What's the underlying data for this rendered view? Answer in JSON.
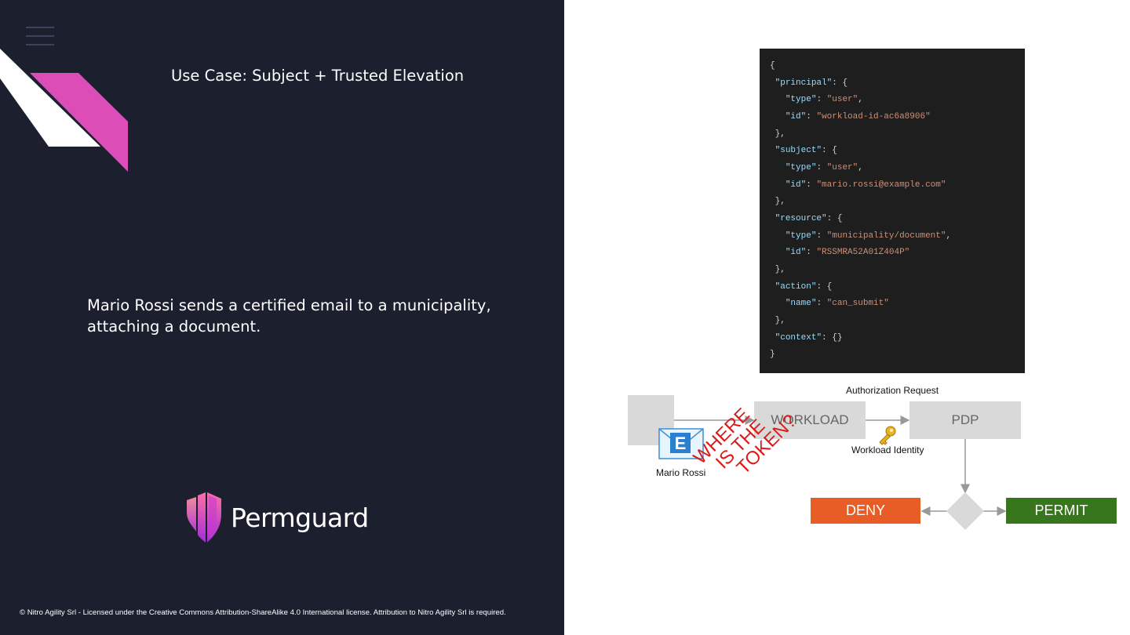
{
  "slide": {
    "title": "Use Case: Subject + Trusted Elevation",
    "description": "Mario Rossi sends a certified email to a municipality, attaching a document.",
    "logo_text": "Permguard",
    "footer": "© Nitro Agility Srl - Licensed under the Creative Commons Attribution-ShareAlike 4.0 International license. Attribution to Nitro Agility Srl is required."
  },
  "code": {
    "principal_key": "principal",
    "principal_type": "user",
    "principal_id": "workload-id-ac6a8906",
    "subject_key": "subject",
    "subject_type": "user",
    "subject_id": "mario.rossi@example.com",
    "resource_key": "resource",
    "resource_type": "municipality/document",
    "resource_id": "RSSMRA52A01Z404P",
    "action_key": "action",
    "action_name": "can_submit",
    "context_key": "context",
    "type_key": "type",
    "id_key": "id",
    "name_key": "name"
  },
  "diagram": {
    "auth_request_label": "Authorization Request",
    "workload_label": "WORKLOAD",
    "pdp_label": "PDP",
    "workload_identity_label": "Workload Identity",
    "user_label": "Mario Rossi",
    "deny_label": "DENY",
    "permit_label": "PERMIT",
    "question_lines": [
      "WHERE",
      "IS THE",
      "TOKEN?"
    ]
  },
  "colors": {
    "left_bg": "#1b1f2e",
    "accent_pink": "#dd4db8",
    "deny": "#e85d26",
    "permit": "#38761d",
    "question": "#dd1a1a"
  }
}
